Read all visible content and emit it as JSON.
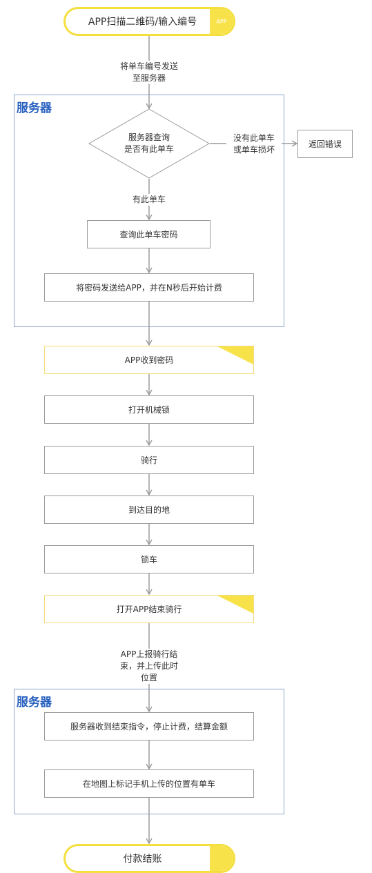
{
  "start": {
    "label": "APP扫描二维码/输入编号",
    "cap": "APP"
  },
  "edge_send": {
    "line1": "将单车编号发送",
    "line2": "至服务器"
  },
  "server1": {
    "title": "服务器",
    "decision": {
      "line1": "服务器查询",
      "line2": "是否有此单车"
    },
    "no_label": {
      "line1": "没有此单车",
      "line2": "或单车损坏"
    },
    "error_box": "返回错误",
    "yes_label": "有此单车",
    "query_box": "查询此单车密码",
    "send_box": "将密码发送给APP，并在N秒后开始计费"
  },
  "steps": {
    "app_receive": "APP收到密码",
    "open_lock": "打开机械锁",
    "ride": "骑行",
    "arrive": "到达目的地",
    "lock_bike": "锁车",
    "open_app_end": "打开APP结束骑行"
  },
  "edge_report": {
    "line1": "APP上报骑行结",
    "line2": "束，并上传此时",
    "line3": "位置"
  },
  "server2": {
    "title": "服务器",
    "stop_box": "服务器收到结束指令，停止计费，结算金额",
    "mark_box": "在地图上标记手机上传的位置有单车"
  },
  "end": {
    "label": "付款结账",
    "cap": ""
  },
  "colors": {
    "accent_yellow": "#f7e24a",
    "region_border": "#8aa6c9",
    "region_title": "#2a62c0",
    "connector": "#9a9a9a"
  }
}
